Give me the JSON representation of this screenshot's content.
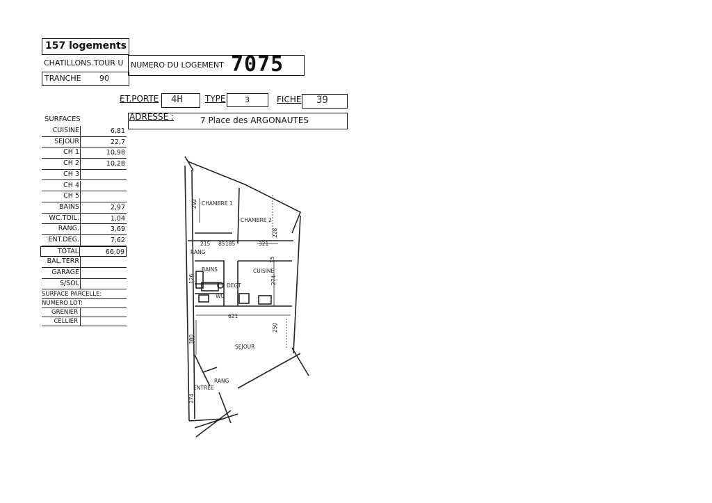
{
  "header": {
    "logements": "157 logements",
    "site": "CHATILLONS.TOUR U",
    "numero_label": "NUMERO DU LOGEMENT",
    "numero_value": "7075",
    "tranche_label": "TRANCHE",
    "tranche_value": "90"
  },
  "fields": {
    "et_porte_label": "ET.PORTE",
    "et_porte_value": "4H",
    "type_label": "TYPE",
    "type_value": "3",
    "fiche_label": "FICHE",
    "fiche_value": "39",
    "adresse_label": "ADRESSE :",
    "adresse_value": "7  Place des ARGONAUTES"
  },
  "surfaces": {
    "title": "SURFACES",
    "rows": [
      {
        "label": "CUISINE",
        "value": "6,81"
      },
      {
        "label": "SEJOUR",
        "value": "22,7"
      },
      {
        "label": "CH 1",
        "value": "10,98"
      },
      {
        "label": "CH 2",
        "value": "10,28"
      },
      {
        "label": "CH 3",
        "value": ""
      },
      {
        "label": "CH 4",
        "value": ""
      },
      {
        "label": "CH 5",
        "value": ""
      },
      {
        "label": "BAINS",
        "value": "2,97"
      },
      {
        "label": "WC.TOIL.",
        "value": "1,04"
      },
      {
        "label": "RANG.",
        "value": "3,69"
      },
      {
        "label": "ENT.DEG.",
        "value": "7,62"
      },
      {
        "label": "TOTAL",
        "value": "66,09"
      },
      {
        "label": "BAL.TERR",
        "value": ""
      },
      {
        "label": "GARAGE",
        "value": ""
      },
      {
        "label": "S/SOL",
        "value": ""
      }
    ],
    "extra_rows": [
      {
        "label": "SURFACE PARCELLE:",
        "value": ""
      },
      {
        "label": "NUMERO LOT:",
        "value": ""
      },
      {
        "label": "GRENIER",
        "value": ""
      },
      {
        "label": "CELLIER",
        "value": ""
      }
    ]
  },
  "plan": {
    "rooms": {
      "chambre1": "CHAMBRE 1",
      "chambre2": "CHAMBRE 2",
      "rang1": "RANG",
      "bains": "BAINS",
      "cuisine": "CUISINE",
      "degt": "DEGT",
      "wc": "WC",
      "sejour": "SEJOUR",
      "rang2": "RANG",
      "entree": "ENTREE"
    },
    "dims": {
      "d292": "292",
      "d228": "228",
      "d215": "215",
      "d185": "185",
      "d321": "321",
      "d85": "85",
      "d15": "15",
      "d5": "5",
      "d274": "274",
      "d621": "621",
      "d250": "250",
      "d380": "380",
      "d274b": "274",
      "d126": "126"
    }
  }
}
